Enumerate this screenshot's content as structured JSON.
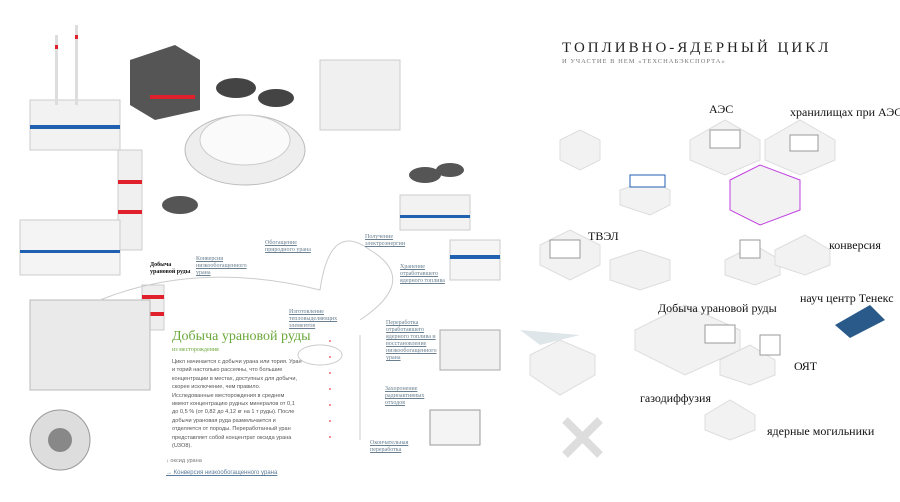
{
  "header": {
    "title": "ТОПЛИВНО-ЯДЕРНЫЙ ЦИКЛ",
    "subtitle": "И УЧАСТИЕ В НЕМ «ТЕХСНАБЭКСПОРТА»"
  },
  "cycle": {
    "mining_tag": "Добыча урановой руды",
    "labels": [
      "Конверсия низкообогащенного урана",
      "Обогащение природного урана",
      "Изготовление тепловыделяющих элементов",
      "Получение электроэнергии",
      "Хранение отработавшего ядерного топлива",
      "Переработка отработавшего ядерного топлива и восстановление низкообогащенного урана",
      "Захоронение радиоактивных отходов",
      "Окончательная переработка"
    ]
  },
  "panel": {
    "title": "Добыча урановой руды",
    "subtitle": "из месторождения",
    "body": "Цикл начинается с добычи урана или тория. Уран и торий настолько рассеяны, что большие концентрации в местах, доступных для добычи, скорее исключение, чем правило. Исследованные месторождения в среднем имеют концентрацию рудных минералов от 0,1 до 0,5 % (от 0,82 до 4,12 кг на 1 т руды). После добычи урановая руда размельчается и отделяется от породы. Переработанный уран представляет собой концентрат оксида урана (U3O8).",
    "oxide": "↓ оксид урана",
    "next_link": "→ Конверсия низкообогащенного урана"
  },
  "map_labels": [
    "АЭС",
    "хранилищах при АЭС",
    "ТВЭЛ",
    "конверсия",
    "науч центр Тенекс",
    "Добыча урановой руды",
    "ОЯТ",
    "газодиффузия",
    "ядерные могильники"
  ],
  "colors": {
    "accent_green": "#6aa83a",
    "stripe_red": "#e0202a",
    "stripe_blue": "#2060b0",
    "purple": "#c040e0"
  }
}
